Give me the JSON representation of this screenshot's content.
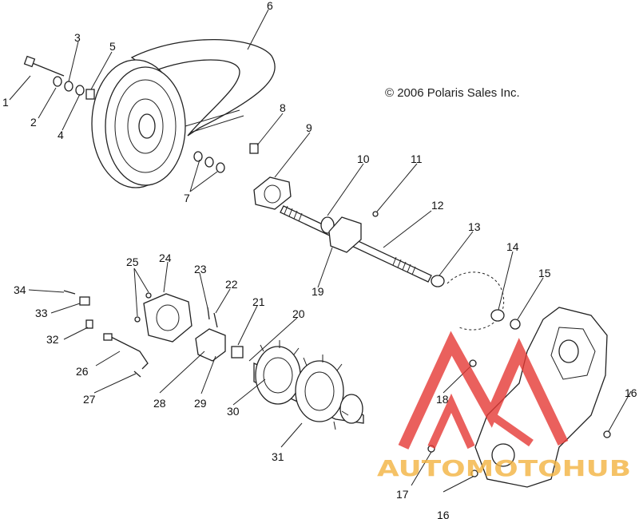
{
  "copyright": "© 2006 Polaris Sales Inc.",
  "watermark": {
    "brand": "AUTOMOTOHUB",
    "color": "#e53935",
    "accent": "#f3b340"
  },
  "callouts": [
    "1",
    "2",
    "3",
    "4",
    "5",
    "6",
    "7",
    "8",
    "9",
    "10",
    "11",
    "12",
    "13",
    "14",
    "15",
    "16",
    "16",
    "17",
    "18",
    "19",
    "20",
    "21",
    "22",
    "23",
    "24",
    "25",
    "26",
    "27",
    "28",
    "29",
    "30",
    "31",
    "32",
    "33",
    "34"
  ]
}
